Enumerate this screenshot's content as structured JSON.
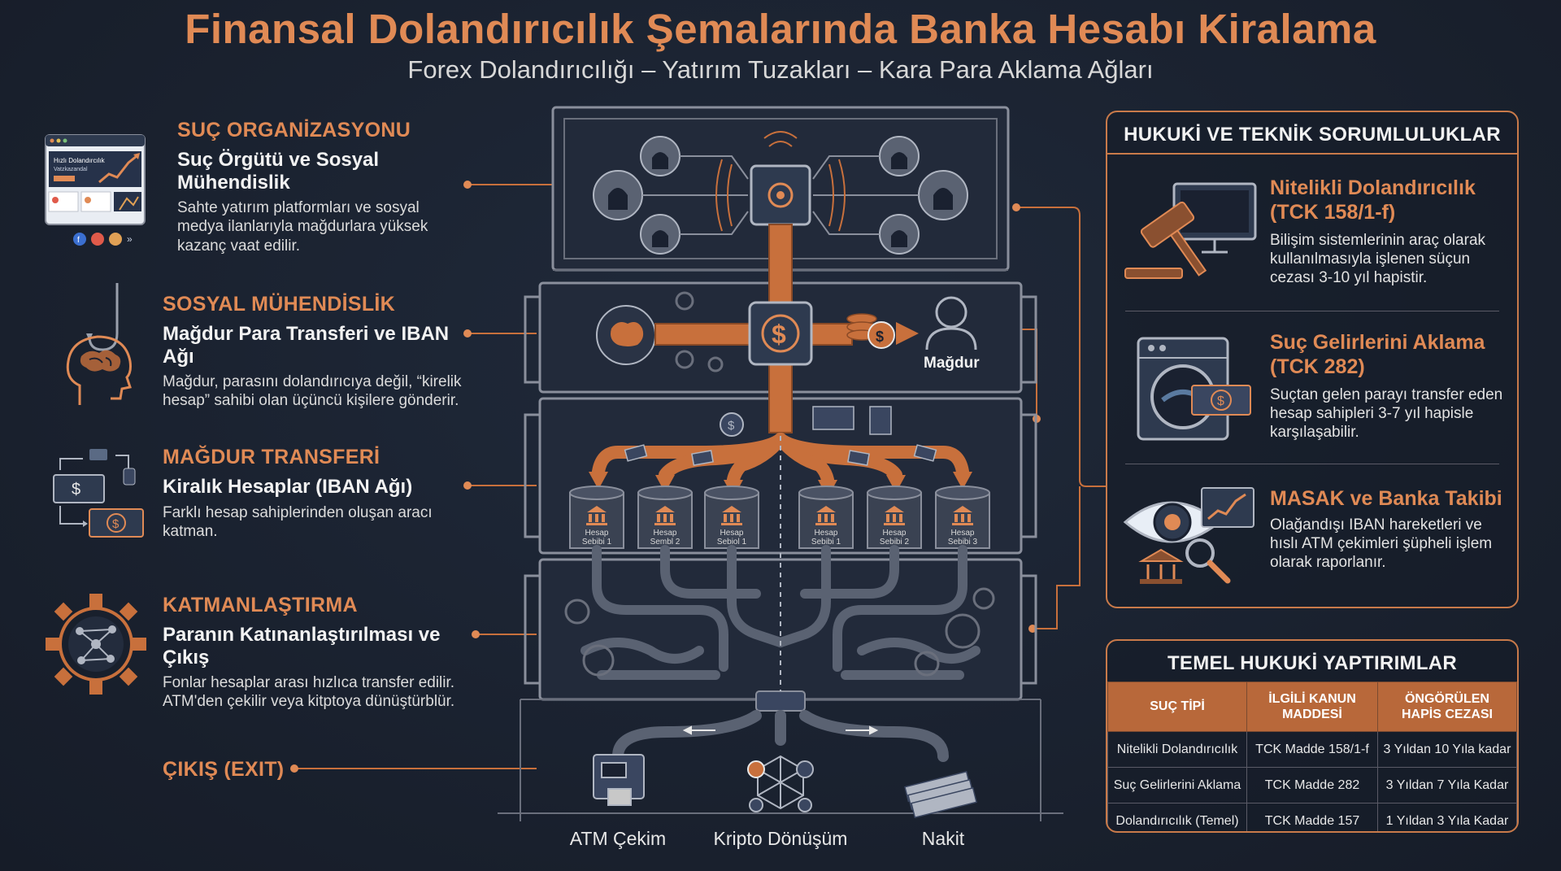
{
  "header": {
    "title": "Finansal Dolandırıcılık Şemalarında Banka Hesabı Kiralama",
    "subtitle": "Forex Dolandırıcılığı – Yatırım Tuzakları – Kara Para Aklama Ağları"
  },
  "steps": [
    {
      "heading": "SUÇ ORGANİZASYONU",
      "subheading": "Suç Örgütü ve Sosyal Mühendislik",
      "description": "Sahte yatırım platformları ve sosyal medya ilanlarıyla mağdurlara yüksek kazanç vaat edilir."
    },
    {
      "heading": "SOSYAL MÜHENDİSLİK",
      "subheading": "Mağdur Para Transferi ve IBAN Ağı",
      "description": "Mağdur, parasını dolandırıcıya değil, “kirelik hesap” sahibi olan üçüncü kişilere gönderir."
    },
    {
      "heading": "MAĞDUR TRANSFERİ",
      "subheading": "Kiralık Hesaplar (IBAN Ağı)",
      "description": "Farklı hesap sahiplerinden oluşan aracı katman."
    },
    {
      "heading": "KATMANLAŞTIRMA",
      "subheading": "Paranın Katınanlaştırılması ve Çıkış",
      "description": "Fonlar hesaplar arası hızlıca transfer edilir. ATM'den çekilir veya kitptoya dünüştürblür."
    },
    {
      "heading": "ÇIKIŞ (EXIT)"
    }
  ],
  "mock_site": {
    "title": "Hızlı Dolandırcılık",
    "line2": "Vatzkazandal"
  },
  "diagram": {
    "victim_label": "Mağdur",
    "accounts": [
      "Hesap Sebibi 1",
      "Hesap Sembl 2",
      "Hesap Sebiol 1",
      "Hesap Sebibi 1",
      "Hesap Sebibi 2",
      "Hesap Sebibi 3"
    ],
    "outputs": [
      "ATM Çekim",
      "Kripto Dönüşüm",
      "Nakit"
    ],
    "colors": {
      "accent": "#e08a55",
      "pipe": "#c8703c",
      "frame": "#8a8f9c"
    }
  },
  "responsibilities": {
    "title": "HUKUKİ VE TEKNİK SORUMLULUKLAR",
    "items": [
      {
        "heading": "Nitelikli Dolandırıcılık (TCK 158/1-f)",
        "description": "Bilişim sistemlerinin araç olarak kullanılmasıyla işlenen süçun cezası 3-10 yıl hapistir."
      },
      {
        "heading": "Suç Gelirlerini Aklama (TCK 282)",
        "description": "Suçtan gelen parayı transfer eden hesap sahipleri 3-7 yıl hapisle karşılaşabilir."
      },
      {
        "heading": "MASAK ve Banka Takibi",
        "description": "Olağandışı IBAN hareketleri ve hıslı ATM çekimleri şüpheli işlem olarak raporlanır."
      }
    ]
  },
  "sanctions": {
    "title": "TEMEL HUKUKİ YAPTIRIMLAR",
    "headers": [
      "SUÇ TİPİ",
      "İLGİLİ KANUN MADDESİ",
      "ÖNGÖRÜLEN HAPİS CEZASI"
    ],
    "rows": [
      [
        "Nitelikli Dolandırıcılık",
        "TCK Madde 158/1-f",
        "3 Yıldan 10 Yıla kadar"
      ],
      [
        "Suç Gelirlerini Aklama",
        "TCK Madde 282",
        "3 Yıldan 7 Yıla Kadar"
      ],
      [
        "Dolandırıcılık (Temel)",
        "TCK Madde 157",
        "1 Yıldan 3 Yıla Kadar"
      ]
    ]
  }
}
